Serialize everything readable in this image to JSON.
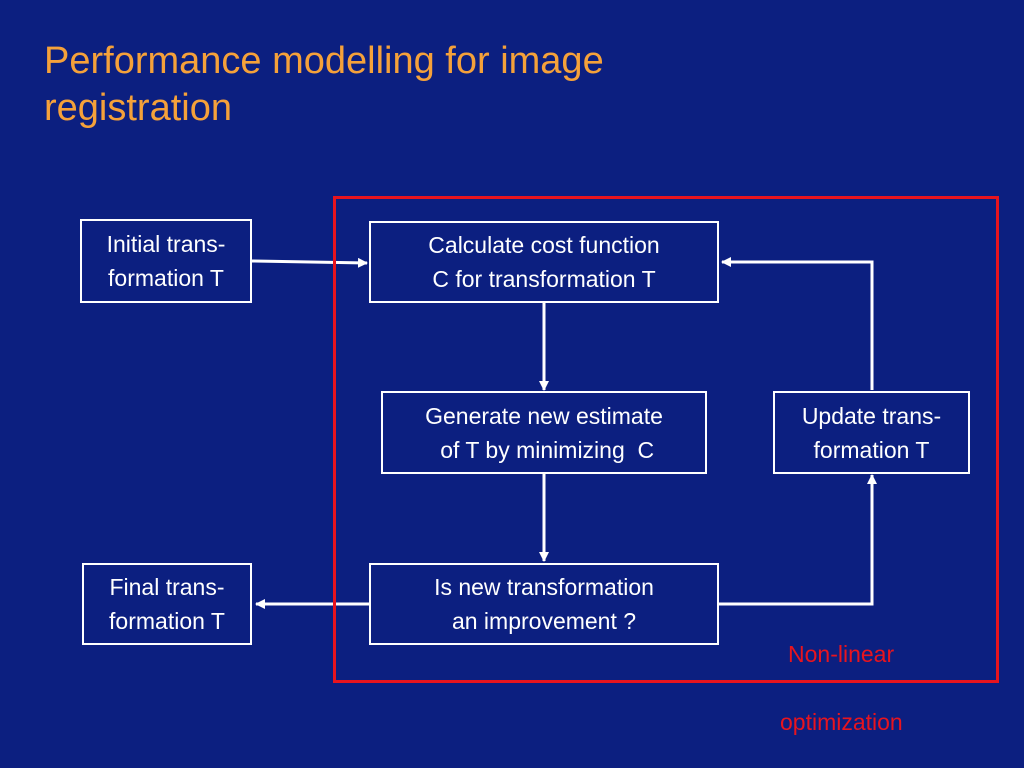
{
  "title": {
    "line1": "Performance modelling for image",
    "line2": "registration"
  },
  "boxes": {
    "initial": {
      "line1": "Initial trans-",
      "line2": "formation T"
    },
    "calculate": {
      "line1": "Calculate cost function",
      "line2": "C for transformation T"
    },
    "generate": {
      "line1": "Generate new estimate",
      "line2": " of T by minimizing  C"
    },
    "update": {
      "line1": "Update trans-",
      "line2": "formation T"
    },
    "improvement": {
      "line1": "Is new transformation",
      "line2": "an improvement ?"
    },
    "final": {
      "line1": "Final trans-",
      "line2": "formation T"
    }
  },
  "region_label": {
    "line1": "Non-linear",
    "line2": "optimization"
  },
  "colors": {
    "background": "#0c1f80",
    "title": "#f5a13a",
    "box_border": "#ffffff",
    "region": "#e8141e"
  }
}
